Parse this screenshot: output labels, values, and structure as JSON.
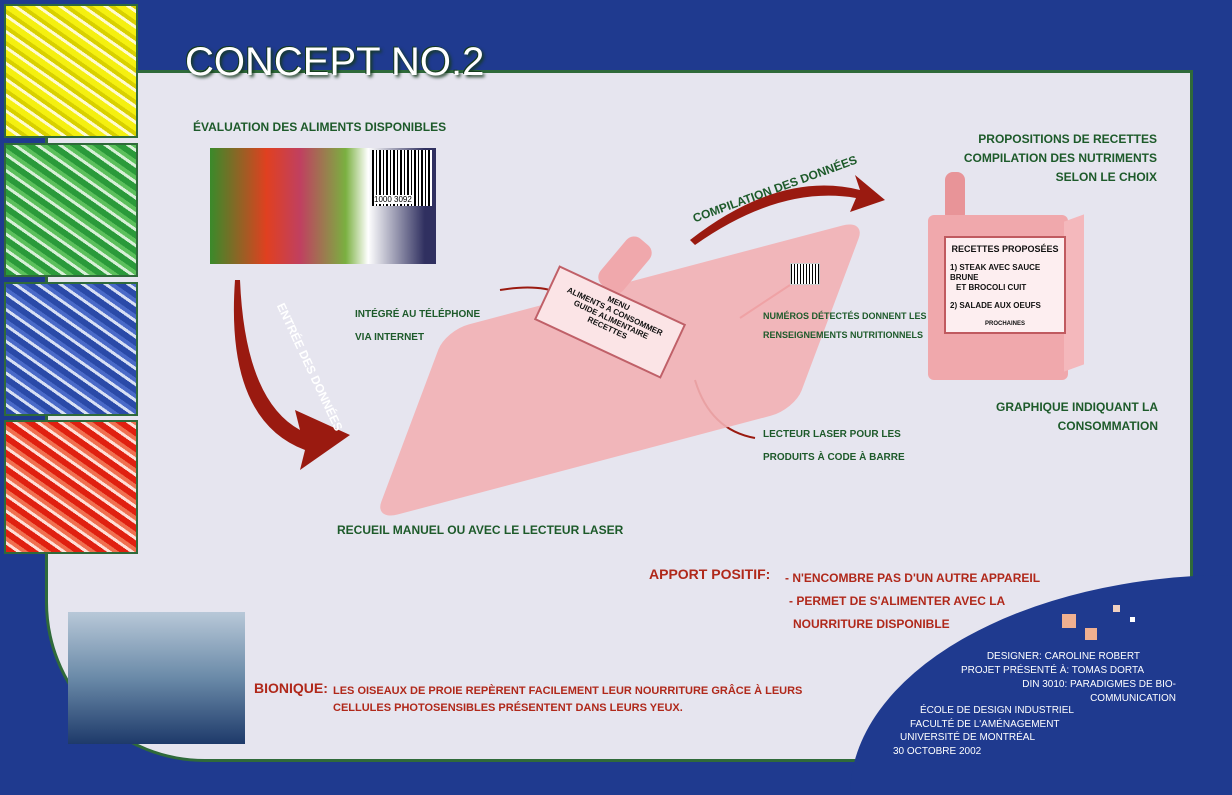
{
  "title": "CONCEPT NO.2",
  "food_heading": "ÉVALUATION DES ALIMENTS DISPONIBLES",
  "barcode_number": "1000 3092",
  "data_entry": "ENTRÉE DES DONNÉES",
  "compilation": "COMPILATION DES DONNÉES",
  "integrated": [
    "INTÉGRÉ AU TÉLÉPHONE",
    "VIA INTERNET"
  ],
  "phone_screen": {
    "menu": "MENU",
    "items": [
      "ALIMENTS A CONSOMMER",
      "GUIDE ALIMENTAIRE",
      "RECETTES"
    ]
  },
  "numbers_detected": [
    "NUMÉROS DÉTECTÉS DONNENT LES",
    "RENSEIGNEMENTS NUTRITIONNELS"
  ],
  "laser": [
    "LECTEUR LASER POUR LES",
    "PRODUITS À CODE À BARRE"
  ],
  "manual": "RECUEIL MANUEL OU AVEC LE LECTEUR LASER",
  "propositions": [
    "PROPOSITIONS DE RECETTES",
    "COMPILATION DES NUTRIMENTS",
    "SELON LE CHOIX"
  ],
  "second_screen": {
    "title": "RECETTES PROPOSÉES",
    "item1a": "1) STEAK AVEC SAUCE BRUNE",
    "item1b": "ET BROCOLI CUIT",
    "item2": "2) SALADE AUX OEUFS",
    "next": "PROCHAINES"
  },
  "graph": [
    "GRAPHIQUE INDIQUANT LA",
    "CONSOMMATION"
  ],
  "apport": {
    "label": "APPORT POSITIF:",
    "lines": [
      "- N'ENCOMBRE PAS D'UN AUTRE APPAREIL",
      "- PERMET DE S'ALIMENTER AVEC LA",
      "NOURRITURE DISPONIBLE"
    ]
  },
  "bionique": {
    "label": "BIONIQUE:",
    "lines": [
      "LES OISEAUX DE PROIE REPÈRENT FACILEMENT LEUR NOURRITURE GRÂCE À LEURS",
      "CELLULES PHOTOSENSIBLES PRÉSENTENT DANS LEURS YEUX."
    ]
  },
  "credits": [
    "DESIGNER: CAROLINE ROBERT",
    "PROJET PRÉSENTÉ À: TOMAS DORTA",
    "DIN 3010: PARADIGMES DE BIO-COMMUNICATION"
  ],
  "school": [
    "ÉCOLE DE DESIGN INDUSTRIEL",
    "FACULTÉ DE L'AMÉNAGEMENT",
    "UNIVERSITÉ DE MONTRÉAL",
    "30 OCTOBRE 2002"
  ]
}
